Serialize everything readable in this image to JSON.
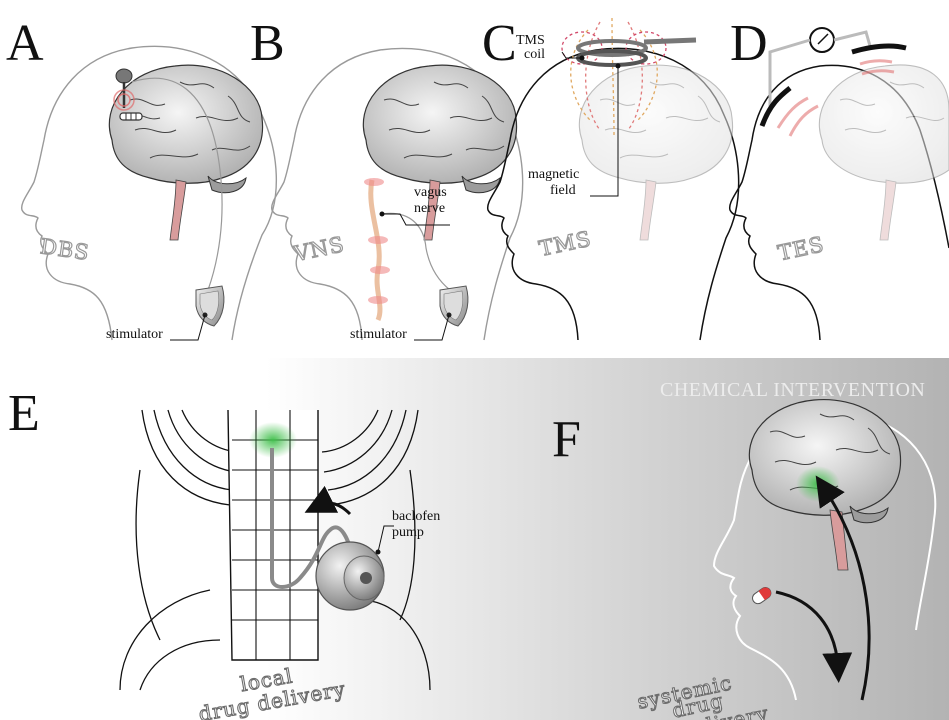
{
  "panels": {
    "a": {
      "letter": "A",
      "tag": "DBS",
      "label": "stimulator"
    },
    "b": {
      "letter": "B",
      "tag": "VNS",
      "label": "stimulator",
      "nerve_line1": "vagus",
      "nerve_line2": "nerve"
    },
    "c": {
      "letter": "C",
      "tag": "TMS",
      "coil_line1": "TMS",
      "coil_line2": "coil",
      "field_line1": "magnetic",
      "field_line2": "field"
    },
    "d": {
      "letter": "D",
      "tag": "TES"
    },
    "e": {
      "letter": "E",
      "pump_line1": "baclofen",
      "pump_line2": "pump",
      "delivery_line1": "local",
      "delivery_line2": "drug delivery"
    },
    "f": {
      "letter": "F",
      "banner": "CHEMICAL INTERVENTION",
      "delivery_line1": "systemic",
      "delivery_line2": "drug",
      "delivery_line3": "delivery"
    }
  },
  "colors": {
    "stim_red": "#e06a6a",
    "drug_green": "#3fbf4a",
    "gray_bg": "#bdbdbd"
  }
}
